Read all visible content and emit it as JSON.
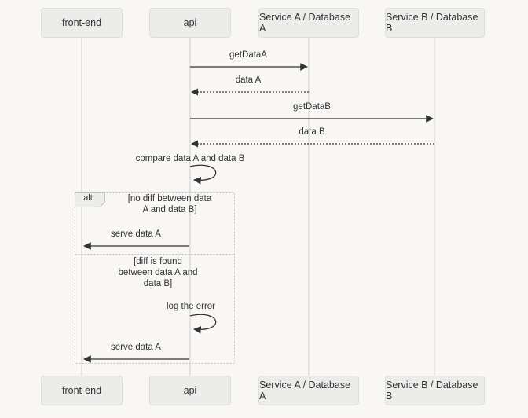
{
  "colors": {
    "background": "#f8f7f5",
    "actor_fill": "#ececeb",
    "actor_border": "#dededc",
    "lifeline": "#cfcecc",
    "arrow": "#333333",
    "text": "#333333",
    "frame_border": "#c2c1bf"
  },
  "actors": {
    "front_end": "front-end",
    "api": "api",
    "service_a": "Service A / Database A",
    "service_b": "Service B / Database B"
  },
  "messages": {
    "get_data_a": "getDataA",
    "data_a": "data A",
    "get_data_b": "getDataB",
    "data_b": "data B",
    "compare": "compare data A and data B",
    "serve_data_a_1": "serve data A",
    "log_the_error": "log the error",
    "serve_data_a_2": "serve data A"
  },
  "alt_frame": {
    "label": "alt",
    "condition_no_diff": "[no diff between data\nA and data B]",
    "condition_diff": "[diff is found\nbetween data A and\ndata B]"
  }
}
